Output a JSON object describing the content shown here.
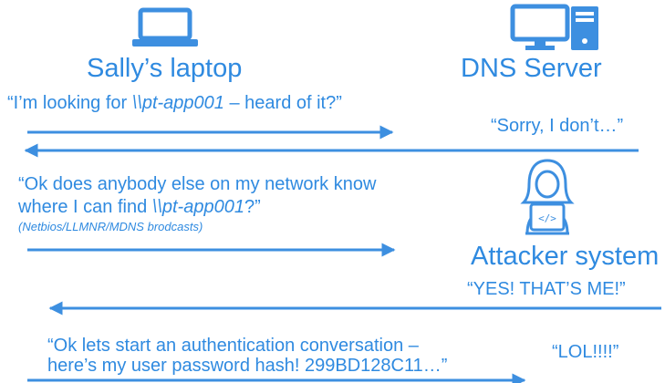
{
  "laptop": {
    "title": "Sally’s laptop",
    "icon": "laptop-icon"
  },
  "dns": {
    "title": "DNS Server",
    "icon": "desktop-computer-icon"
  },
  "attacker": {
    "title": "Attacker system",
    "icon": "hacker-icon",
    "code_glyph": "</>"
  },
  "messages": {
    "m1": {
      "pre": "“I’m looking for ",
      "host": "\\\\pt-app001",
      "post": " – heard of it?”"
    },
    "m2": "“Sorry, I don’t…”",
    "m3": {
      "line1": "“Ok does anybody else on my network know",
      "pre": "where I can find ",
      "host": "\\\\pt-app001",
      "post": "?”"
    },
    "m3_note": "(Netbios/LLMNR/MDNS brodcasts)",
    "m4": "“YES! THAT’S ME!”",
    "m5": {
      "line1": "“Ok lets start an authentication conversation –",
      "line2": "here’s my user password hash! 299BD128C11…”"
    },
    "m6": "“LOL!!!!”"
  },
  "colors": {
    "accent": "#2f8ae0",
    "icon": "#3d8fe0"
  }
}
